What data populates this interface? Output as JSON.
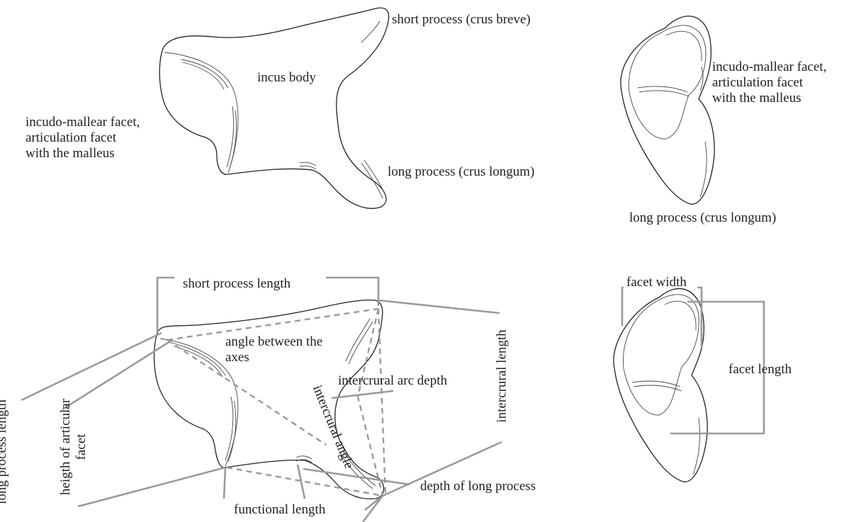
{
  "top_left": {
    "short_process": "short process (crus breve)",
    "incus_body": "incus body",
    "facet": [
      "incudo-mallear facet,",
      "articulation facet",
      "with the malleus"
    ],
    "long_process": "long process (crus longum)"
  },
  "top_right": {
    "facet": [
      "incudo-mallear facet,",
      "articulation facet",
      "with the malleus"
    ],
    "long_process": "long process (crus longum)"
  },
  "bottom_left": {
    "short_process_length": "short process length",
    "angle_between_axes": [
      "angle between the",
      "axes"
    ],
    "intercrural_angle": "intercrural angle",
    "intercrural_arc_depth": "intercrural arc depth",
    "intercrural_length": "intercrural length",
    "long_process_length": "long process length",
    "articular_facet_height": [
      "heigth of articular",
      "facet"
    ],
    "depth_of_long_process": "depth of long process",
    "functional_length": "functional length"
  },
  "bottom_right": {
    "facet_width": "facet width",
    "facet_length": "facet length"
  }
}
